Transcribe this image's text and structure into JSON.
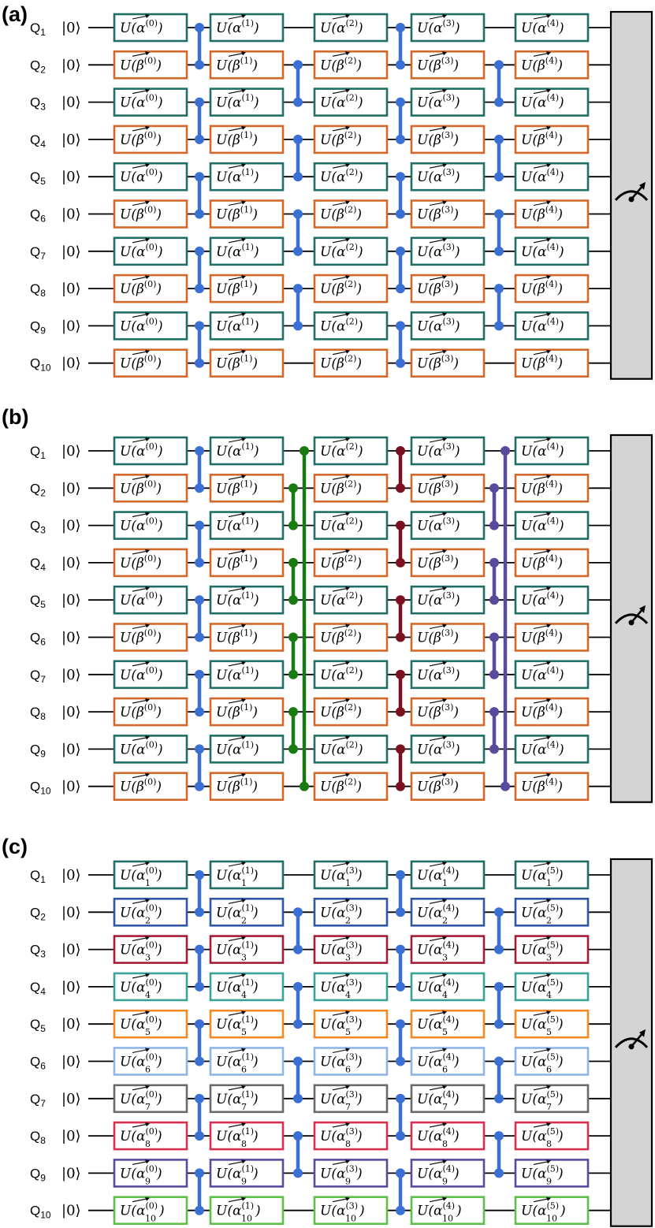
{
  "panels": [
    {
      "label": "(a)",
      "qubit_prefix": "Q",
      "qubits": [
        "1",
        "2",
        "3",
        "4",
        "5",
        "6",
        "7",
        "8",
        "9",
        "10"
      ],
      "init_state": "|0⟩",
      "layers": [
        {
          "sup": "(0)",
          "sub_mode": "none"
        },
        {
          "sup": "(1)",
          "sub_mode": "none"
        },
        {
          "sup": "(2)",
          "sub_mode": "none"
        },
        {
          "sup": "(3)",
          "sub_mode": "none"
        },
        {
          "sup": "(4)",
          "sub_mode": "none"
        }
      ],
      "gate_params": [
        "α",
        "β",
        "α",
        "β",
        "α",
        "β",
        "α",
        "β",
        "α",
        "β"
      ],
      "gate_colors": [
        "#1f6f66",
        "#d2692a",
        "#1f6f66",
        "#d2692a",
        "#1f6f66",
        "#d2692a",
        "#1f6f66",
        "#d2692a",
        "#1f6f66",
        "#d2692a"
      ],
      "entanglers": [
        {
          "color": "#3a6fd4",
          "pairs": [
            [
              1,
              2
            ],
            [
              3,
              4
            ],
            [
              5,
              6
            ],
            [
              7,
              8
            ],
            [
              9,
              10
            ]
          ]
        },
        {
          "color": "#3a6fd4",
          "pairs": [
            [
              2,
              3
            ],
            [
              4,
              5
            ],
            [
              6,
              7
            ],
            [
              8,
              9
            ]
          ]
        },
        {
          "color": "#3a6fd4",
          "pairs": [
            [
              1,
              2
            ],
            [
              3,
              4
            ],
            [
              5,
              6
            ],
            [
              7,
              8
            ],
            [
              9,
              10
            ]
          ]
        },
        {
          "color": "#3a6fd4",
          "pairs": [
            [
              2,
              3
            ],
            [
              4,
              5
            ],
            [
              6,
              7
            ],
            [
              8,
              9
            ]
          ]
        }
      ]
    },
    {
      "label": "(b)",
      "qubit_prefix": "Q",
      "qubits": [
        "1",
        "2",
        "3",
        "4",
        "5",
        "6",
        "7",
        "8",
        "9",
        "10"
      ],
      "init_state": "|0⟩",
      "layers": [
        {
          "sup": "(0)",
          "sub_mode": "none"
        },
        {
          "sup": "(1)",
          "sub_mode": "none"
        },
        {
          "sup": "(2)",
          "sub_mode": "none"
        },
        {
          "sup": "(3)",
          "sub_mode": "none"
        },
        {
          "sup": "(4)",
          "sub_mode": "none"
        }
      ],
      "gate_params": [
        "α",
        "β",
        "α",
        "β",
        "α",
        "β",
        "α",
        "β",
        "α",
        "β"
      ],
      "gate_colors": [
        "#1f6f66",
        "#d2692a",
        "#1f6f66",
        "#d2692a",
        "#1f6f66",
        "#d2692a",
        "#1f6f66",
        "#d2692a",
        "#1f6f66",
        "#d2692a"
      ],
      "entanglers": [
        {
          "color": "#3a6fd4",
          "pairs": [
            [
              1,
              2
            ],
            [
              3,
              4
            ],
            [
              5,
              6
            ],
            [
              7,
              8
            ],
            [
              9,
              10
            ]
          ]
        },
        {
          "color": "#1a7a12",
          "pairs": [
            [
              1,
              10
            ],
            [
              2,
              3
            ],
            [
              4,
              5
            ],
            [
              6,
              7
            ],
            [
              8,
              9
            ]
          ]
        },
        {
          "color": "#7a1020",
          "pairs": [
            [
              1,
              2
            ],
            [
              3,
              4
            ],
            [
              5,
              6
            ],
            [
              7,
              8
            ],
            [
              9,
              10
            ]
          ]
        },
        {
          "color": "#5a4a9e",
          "pairs": [
            [
              1,
              10
            ],
            [
              2,
              3
            ],
            [
              4,
              5
            ],
            [
              6,
              7
            ],
            [
              8,
              9
            ]
          ]
        }
      ]
    },
    {
      "label": "(c)",
      "qubit_prefix": "Q",
      "qubits": [
        "1",
        "2",
        "3",
        "4",
        "5",
        "6",
        "7",
        "8",
        "9",
        "10"
      ],
      "init_state": "|0⟩",
      "layers": [
        {
          "sup": "(0)",
          "sub_mode": "qubit"
        },
        {
          "sup": "(1)",
          "sub_mode": "qubit"
        },
        {
          "sup": "(3)",
          "sub_mode": "qubit"
        },
        {
          "sup": "(4)",
          "sub_mode": "qubit"
        },
        {
          "sup": "(5)",
          "sub_mode": "qubit"
        }
      ],
      "gate_params": [
        "α",
        "α",
        "α",
        "α",
        "α",
        "α",
        "α",
        "α",
        "α",
        "α"
      ],
      "gate_colors": [
        "#1f6f66",
        "#2f57a8",
        "#a51c36",
        "#3aa399",
        "#f08a24",
        "#8fb6e8",
        "#6a6a6a",
        "#d9304f",
        "#5a4a9e",
        "#5ec04a"
      ],
      "entanglers": [
        {
          "color": "#3a6fd4",
          "pairs": [
            [
              1,
              2
            ],
            [
              3,
              4
            ],
            [
              5,
              6
            ],
            [
              7,
              8
            ],
            [
              9,
              10
            ]
          ]
        },
        {
          "color": "#3a6fd4",
          "pairs": [
            [
              2,
              3
            ],
            [
              4,
              5
            ],
            [
              6,
              7
            ],
            [
              8,
              9
            ]
          ]
        },
        {
          "color": "#3a6fd4",
          "pairs": [
            [
              1,
              2
            ],
            [
              3,
              4
            ],
            [
              5,
              6
            ],
            [
              7,
              8
            ],
            [
              9,
              10
            ]
          ]
        },
        {
          "color": "#3a6fd4",
          "pairs": [
            [
              2,
              3
            ],
            [
              4,
              5
            ],
            [
              6,
              7
            ],
            [
              8,
              9
            ]
          ]
        }
      ]
    }
  ],
  "gate_prefix": "U(",
  "gate_suffix": ")",
  "measurement_icon": "meter-icon",
  "measurement_fill": "#d4d4d4"
}
